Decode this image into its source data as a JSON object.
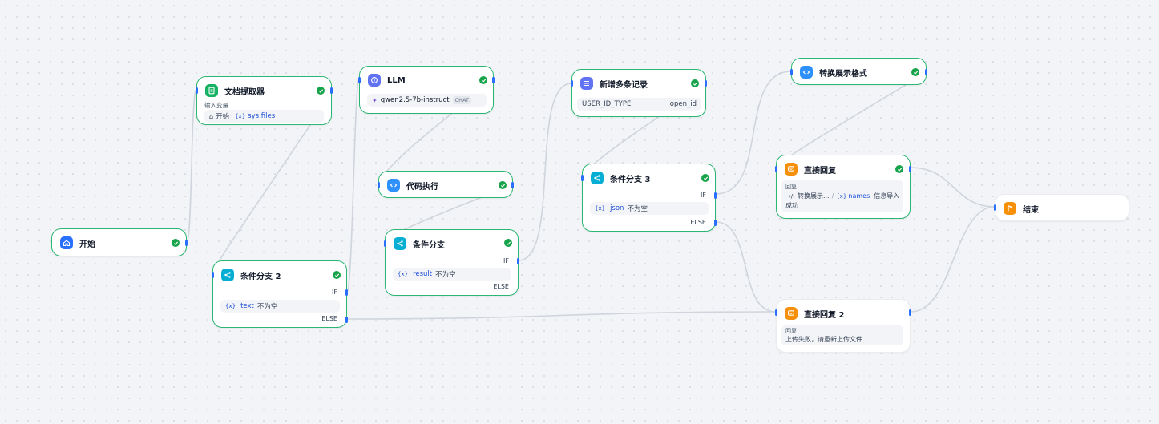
{
  "nodes": {
    "start": {
      "title": "开始"
    },
    "doc_extractor": {
      "title": "文档提取器",
      "input_label": "输入变量",
      "input_source": "开始",
      "input_var": "sys.files"
    },
    "llm": {
      "title": "LLM",
      "model": "qwen2.5-7b-instruct",
      "model_tag": "CHAT"
    },
    "code": {
      "title": "代码执行"
    },
    "if2": {
      "title": "条件分支 2",
      "if_label": "IF",
      "cond_var": "text",
      "cond_op": "不为空",
      "else_label": "ELSE"
    },
    "if1": {
      "title": "条件分支",
      "if_label": "IF",
      "cond_var": "result",
      "cond_op": "不为空",
      "else_label": "ELSE"
    },
    "create_records": {
      "title": "新增多条记录",
      "field_key": "USER_ID_TYPE",
      "field_value": "open_id"
    },
    "if3": {
      "title": "条件分支 3",
      "if_label": "IF",
      "cond_var": "json",
      "cond_op": "不为空",
      "else_label": "ELSE"
    },
    "transform": {
      "title": "转换展示格式"
    },
    "answer1": {
      "title": "直接回复",
      "reply_label": "回复",
      "ref1": "转换展示...",
      "ref2": "names",
      "text_tail": "信息导入",
      "text_line2": "成功"
    },
    "answer2": {
      "title": "直接回复 2",
      "reply_label": "回复",
      "reply_text": "上传失败，请重新上传文件"
    },
    "end": {
      "title": "结束"
    }
  },
  "var_prefix": "{x}",
  "colors": {
    "node_success_border": "#2bb673",
    "edge": "#d0d5dd",
    "handle": "#2970ff",
    "icon_start": "#2970ff",
    "icon_doc": "#16b364",
    "icon_llm": "#6172f3",
    "icon_code": "#2e90fa",
    "icon_ifelse": "#06aed4",
    "icon_records": "#6172f3",
    "icon_answer": "#f79009",
    "icon_end": "#f79009"
  },
  "icons": {
    "start": "home-icon",
    "doc": "document-icon",
    "llm": "llm-icon",
    "code": "code-icon",
    "ifelse": "branch-icon",
    "records": "list-icon",
    "answer": "chat-icon",
    "end": "flag-icon",
    "status": "check-circle-icon"
  }
}
